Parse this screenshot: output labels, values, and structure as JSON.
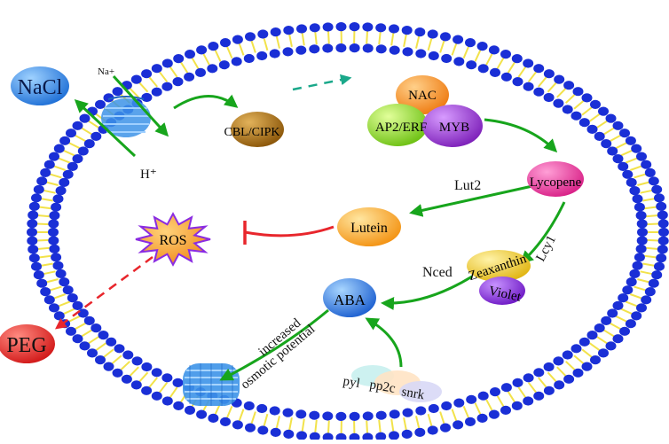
{
  "labels": {
    "nacl": "NaCl",
    "na_plus": "Na+",
    "h_plus": "H⁺",
    "cbl_cipk": "CBL/CIPK",
    "nac": "NAC",
    "ap2_erf": "AP2/ERF",
    "myb": "MYB",
    "lycopene": "Lycopene",
    "lut2": "Lut2",
    "lutein": "Lutein",
    "lcy1": "Lcy1",
    "zeaxanthin": "Zeaxanthin",
    "violet": "Violet",
    "nced": "Nced",
    "aba": "ABA",
    "ros": "ROS",
    "peg": "PEG",
    "increased": "increased",
    "osmotic_potential": "osmotic potential",
    "pyl": "pyl",
    "pp2c": "pp2c",
    "snrk": "snrk"
  },
  "colors": {
    "membrane_head": "#1a2fd6",
    "membrane_tail": "#f2e24a",
    "arrow_green": "#17a51c",
    "dashed_green": "#1aa88a",
    "inhibit_red": "#e8262c",
    "nacl_blue": "#1e8ef0",
    "peg_red": "#e62020",
    "ros_orange": "#f7a733",
    "channel_blue": "#3d93e8",
    "cbl_brown": "#a86c10",
    "nac_orange": "#f0881a",
    "ap2_green": "#8ed21c",
    "myb_purple": "#9a35c8",
    "lycopene_pink": "#e8379a",
    "lutein_orange": "#f6a21c",
    "zeaxanthin_yellow": "#e7c21c",
    "violet_purple": "#8a2bd2",
    "aba_blue": "#2c78e6"
  }
}
